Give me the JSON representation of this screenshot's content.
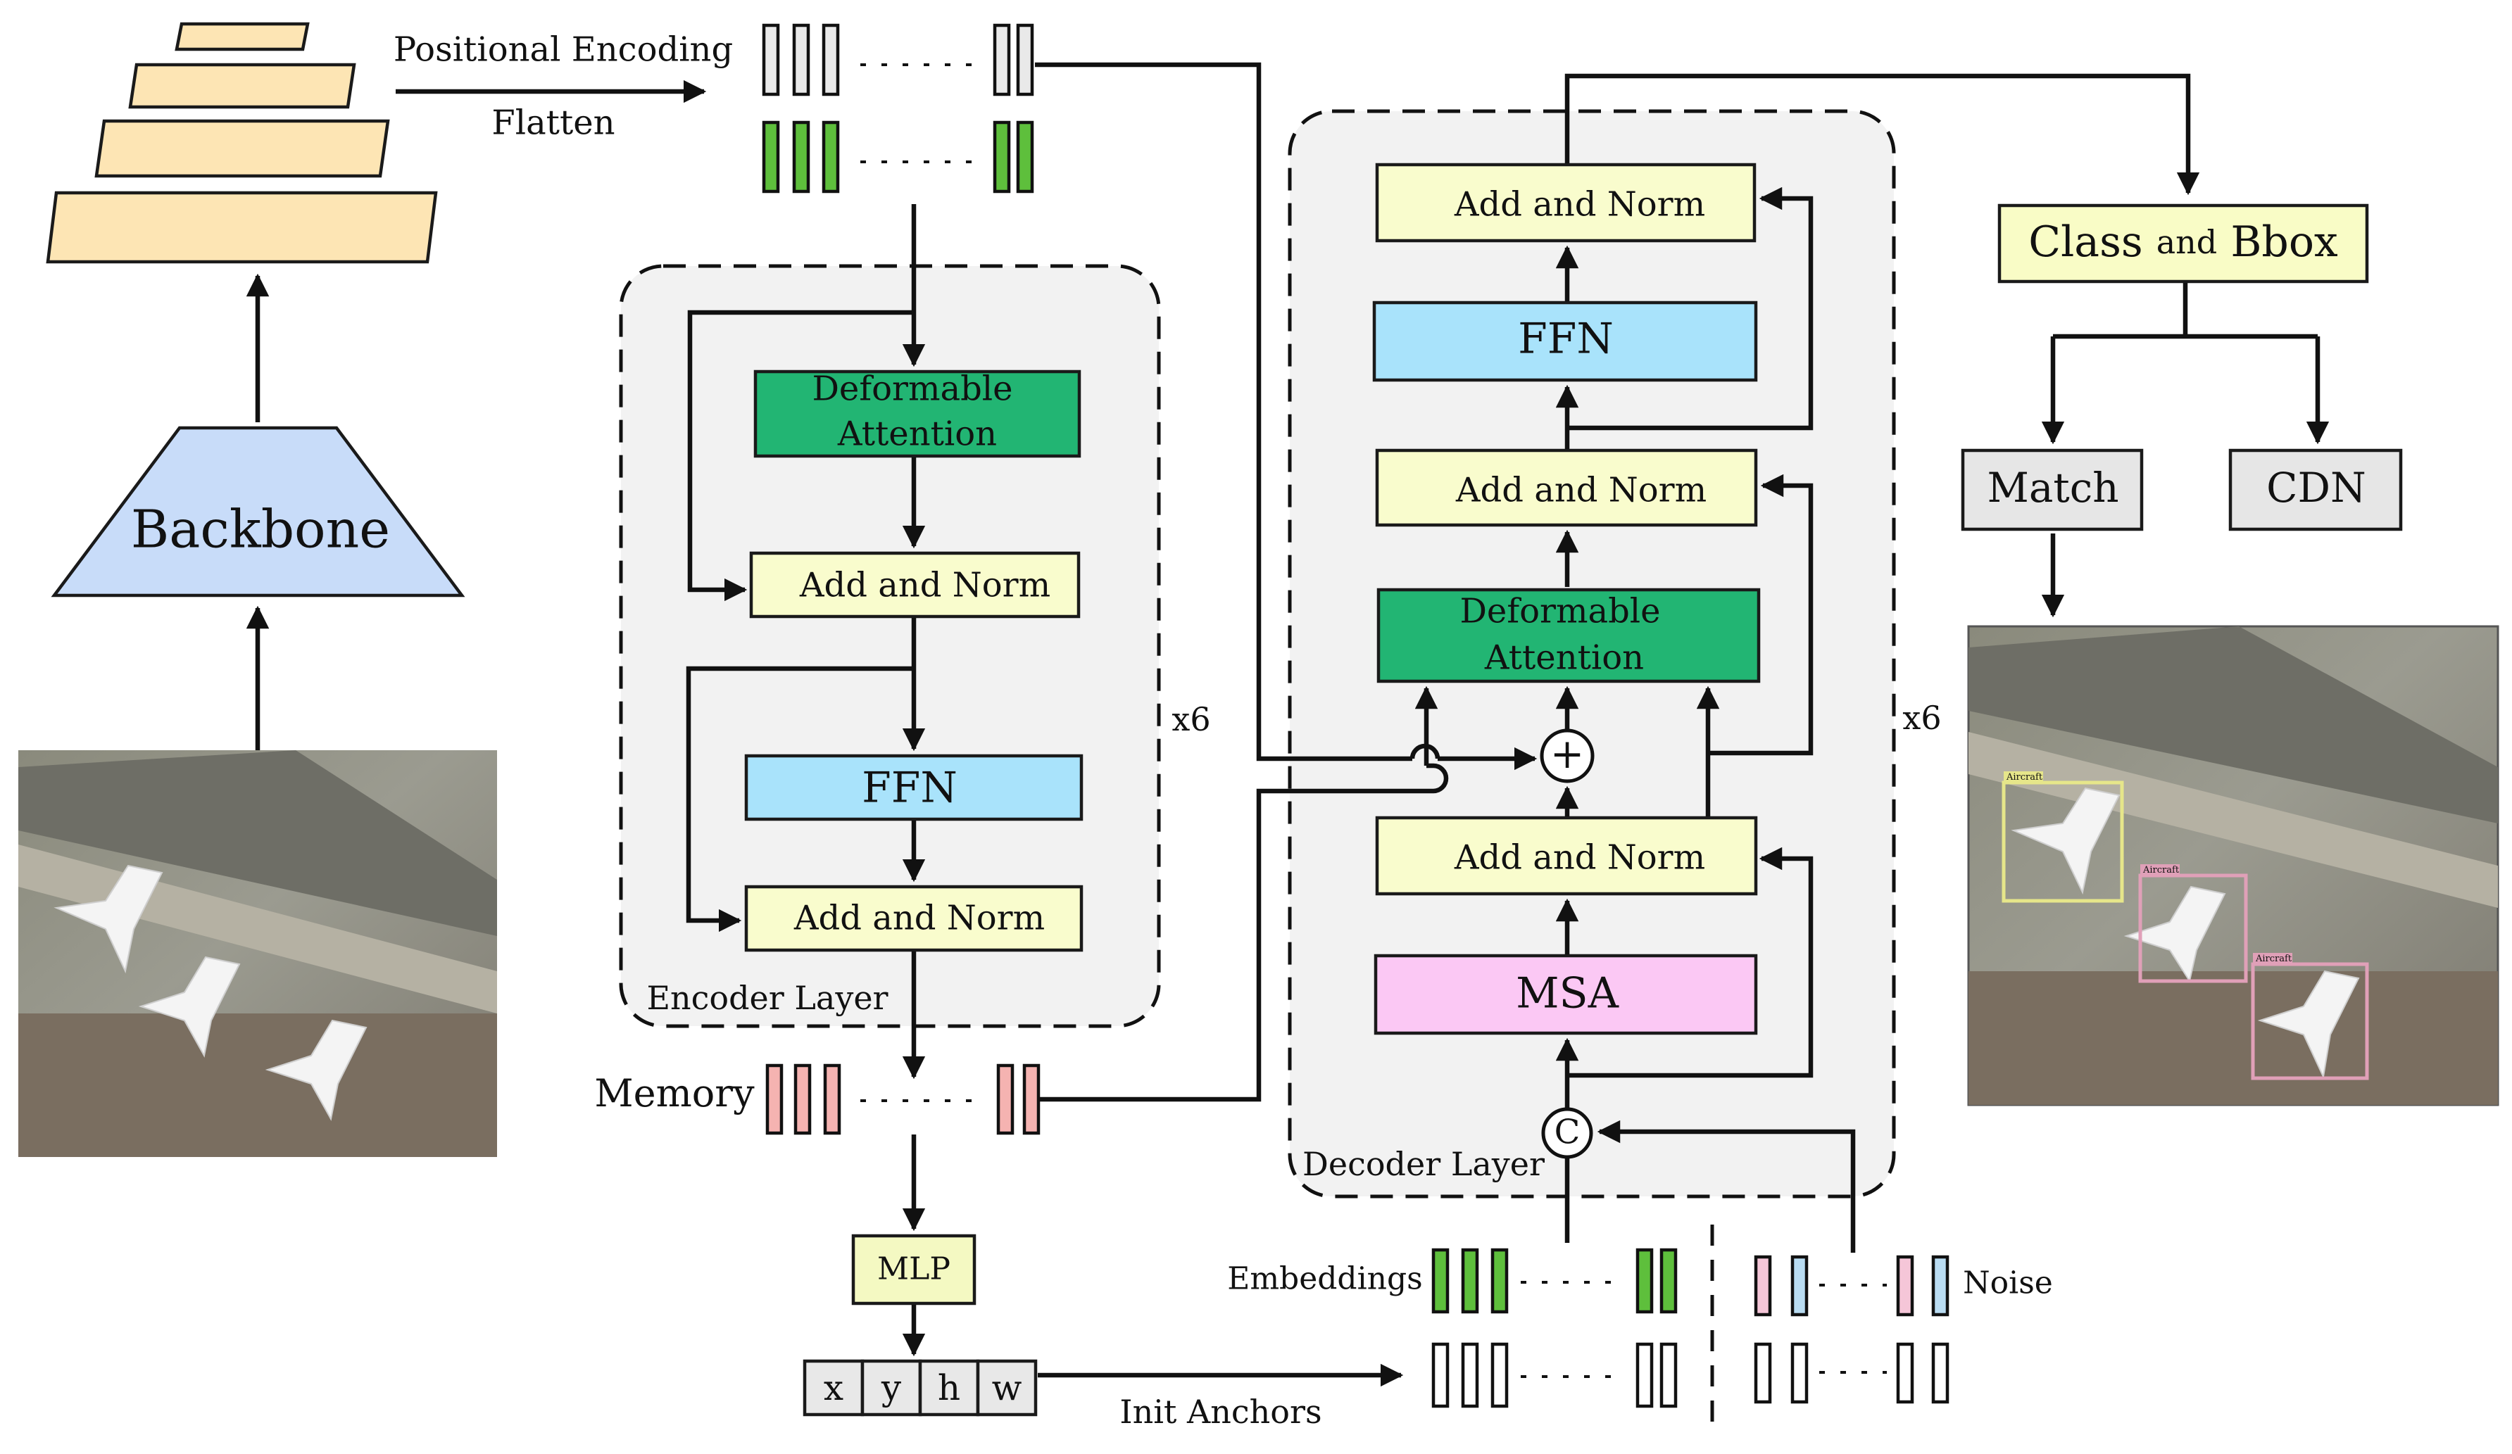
{
  "labels": {
    "positional_encoding": "Positional Encoding",
    "flatten": "Flatten",
    "backbone": "Backbone",
    "encoder": {
      "deformable_line1": "Deformable",
      "deformable_line2": "Attention",
      "add_norm_1": "Add and Norm",
      "ffn": "FFN",
      "add_norm_2": "Add and Norm",
      "layer_label": "Encoder Layer",
      "repeat": "x6"
    },
    "memory": "Memory",
    "mlp": "MLP",
    "anchor_cells": [
      "x",
      "y",
      "h",
      "w"
    ],
    "init_anchors": "Init Anchors",
    "embeddings": "Embeddings",
    "noise": "Noise",
    "decoder": {
      "add_norm_top": "Add and Norm",
      "ffn": "FFN",
      "add_norm_mid": "Add and Norm",
      "deformable_line1": "Deformable",
      "deformable_line2": "Attention",
      "plus": "+",
      "add_norm_low": "Add and Norm",
      "msa": "MSA",
      "concat": "C",
      "layer_label": "Decoder Layer",
      "repeat": "x6"
    },
    "head": {
      "class_prefix": "Class",
      "class_and": "and",
      "class_suffix": "Bbox",
      "match": "Match",
      "cdn": "CDN"
    },
    "detections": [
      "Aircraft",
      "Aircraft",
      "Aircraft"
    ]
  },
  "colors": {
    "feature_pyramid": "#fde5b4",
    "backbone": "#c8dcf9",
    "deformable_attention": "#22b573",
    "add_norm": "#f9fccd",
    "ffn": "#a9e3fb",
    "msa": "#fbc8f4",
    "mlp": "#f4f9c2",
    "class_bbox": "#f9fcc6",
    "match_cdn": "#e6e6e6",
    "layer_bg": "#f2f2f2",
    "token_green": "#5ebf3c",
    "token_gray": "#e9e9e9",
    "token_pink": "#f5b3b1",
    "noise_pink": "#f5c6d8",
    "noise_blue": "#b9dcf2",
    "det_yellow": "#e6e68a",
    "det_pink": "#e0a0b8"
  }
}
